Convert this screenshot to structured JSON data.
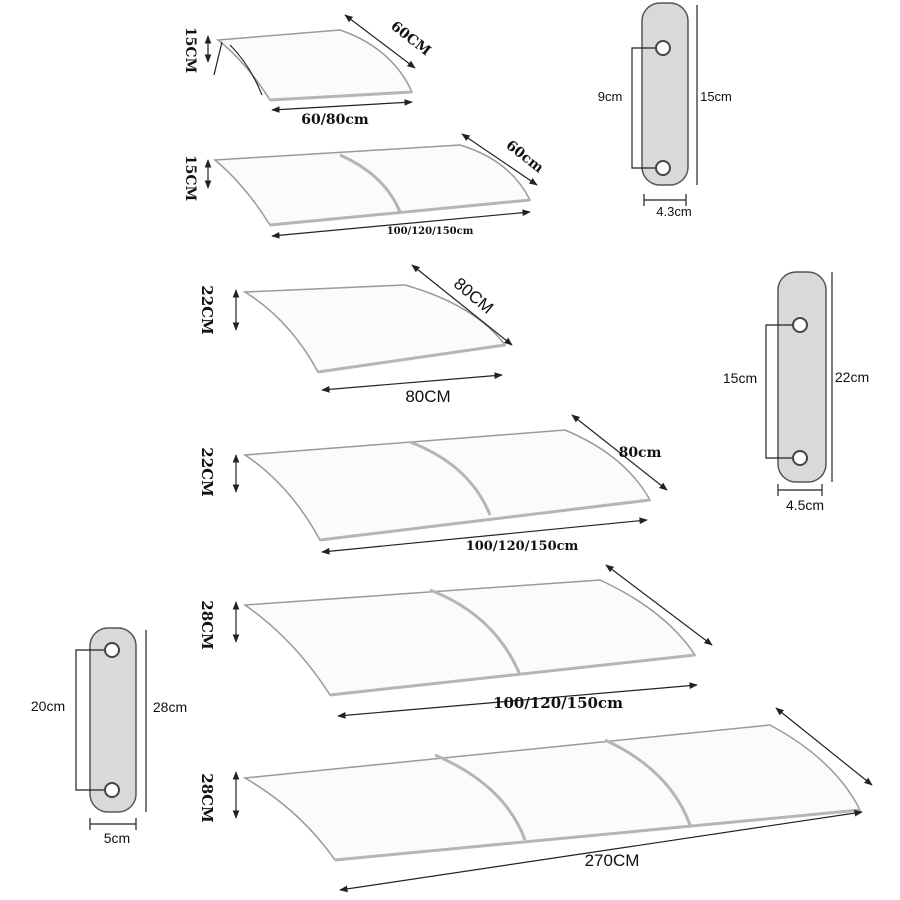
{
  "awnings": [
    {
      "height": "15CM",
      "depth": "60CM",
      "width": "60/80cm"
    },
    {
      "height": "15CM",
      "depth": "60cm",
      "width": "100/120/150cm"
    },
    {
      "height": "22CM",
      "depth": "80CM",
      "width": "80CM"
    },
    {
      "height": "22CM",
      "depth": "80cm",
      "width": "100/120/150cm"
    },
    {
      "height": "28CM",
      "depth": "",
      "width": "100/120/150cm"
    },
    {
      "height": "28CM",
      "depth": "",
      "width": "270CM"
    }
  ],
  "brackets": [
    {
      "hole_spacing": "9cm",
      "height": "15cm",
      "width": "4.3cm"
    },
    {
      "hole_spacing": "15cm",
      "height": "22cm",
      "width": "4.5cm"
    },
    {
      "hole_spacing": "20cm",
      "height": "28cm",
      "width": "5cm"
    }
  ]
}
